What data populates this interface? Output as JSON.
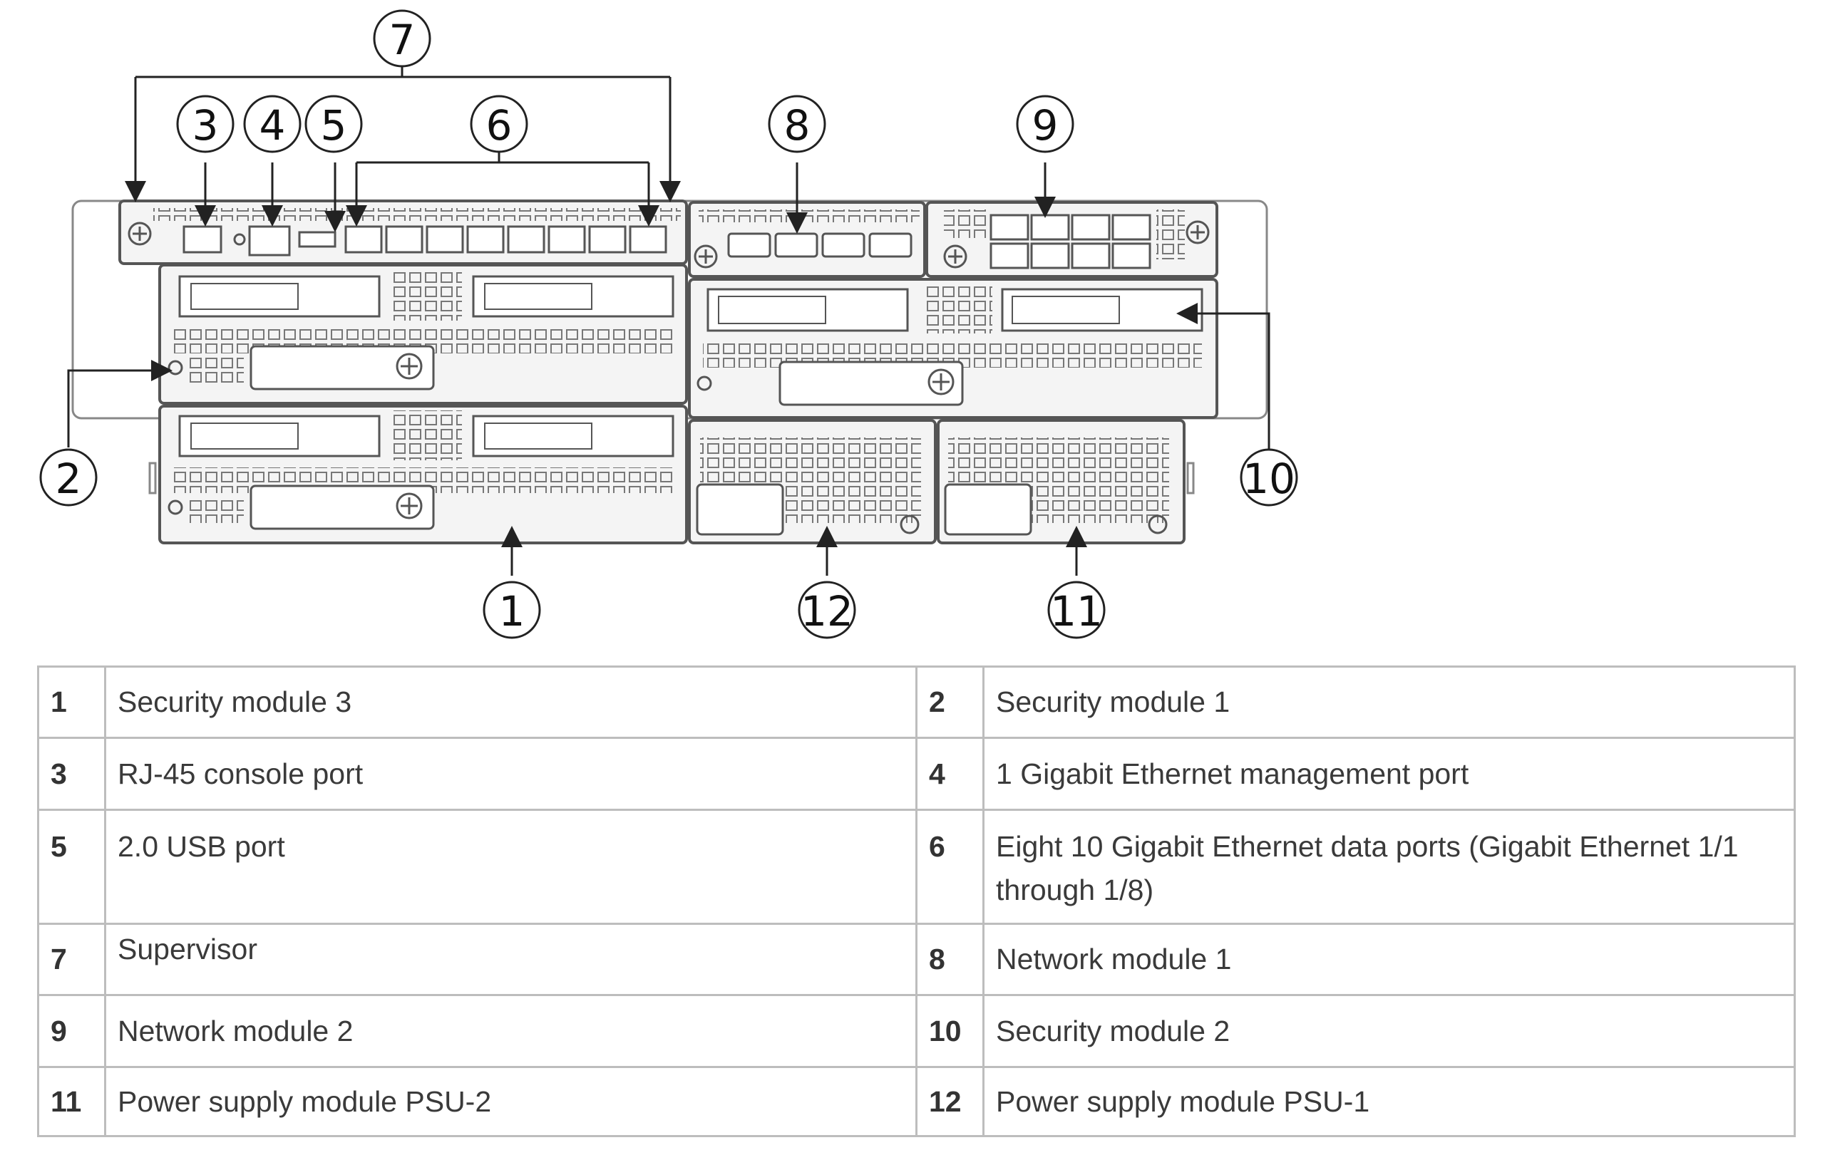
{
  "callouts": [
    "1",
    "2",
    "3",
    "4",
    "5",
    "6",
    "7",
    "8",
    "9",
    "10",
    "11",
    "12"
  ],
  "legend_rows": [
    [
      {
        "num": "1",
        "label": "Security module 3"
      },
      {
        "num": "2",
        "label": "Security module 1"
      }
    ],
    [
      {
        "num": "3",
        "label": "RJ-45 console port"
      },
      {
        "num": "4",
        "label": "1 Gigabit Ethernet management port"
      }
    ],
    [
      {
        "num": "5",
        "label": "2.0 USB port"
      },
      {
        "num": "6",
        "label": "Eight 10 Gigabit Ethernet data ports (Gigabit Ethernet 1/1 through 1/8)"
      }
    ],
    [
      {
        "num": "7",
        "label": "Supervisor"
      },
      {
        "num": "8",
        "label": "Network module 1"
      }
    ],
    [
      {
        "num": "9",
        "label": "Network module 2"
      },
      {
        "num": "10",
        "label": "Security module 2"
      }
    ],
    [
      {
        "num": "11",
        "label": "Power supply module PSU-2"
      },
      {
        "num": "12",
        "label": "Power supply module PSU-1"
      }
    ]
  ],
  "colors": {
    "line": "#555555",
    "panel_fill": "#f4f4f4",
    "table_border": "#bdbdbd"
  }
}
